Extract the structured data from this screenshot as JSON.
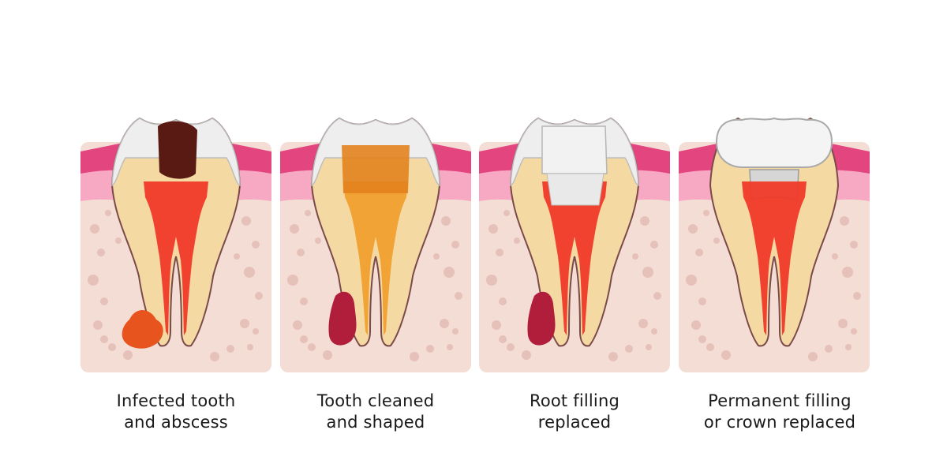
{
  "stages": [
    {
      "id": "infected",
      "caption": [
        "Infected tooth",
        "and abscess"
      ],
      "crown": "natural",
      "cavity": "decay",
      "root_fill": "infected",
      "abscess": "orange-red"
    },
    {
      "id": "cleaned",
      "caption": [
        "Tooth cleaned",
        "and shaped"
      ],
      "crown": "natural",
      "cavity": "cleaned",
      "root_fill": "cleaned",
      "abscess": "dark-red"
    },
    {
      "id": "root-filled",
      "caption": [
        "Root filling",
        "replaced"
      ],
      "crown": "natural",
      "cavity": "temporary-filling",
      "root_fill": "filled",
      "abscess": "dark-red"
    },
    {
      "id": "crowned",
      "caption": [
        "Permanent filling",
        "or crown replaced"
      ],
      "crown": "artificial",
      "cavity": "core",
      "root_fill": "filled",
      "abscess": "none"
    }
  ],
  "colors": {
    "bone": "#f4ddd4",
    "bone_spots": "#d9a9a4",
    "gum": "#f7a8c2",
    "gum_dark": "#e3457f",
    "dentin": "#f5d9a3",
    "pulp": "#f03a2a",
    "enamel": "#eeeeee",
    "decay": "#5a1a14",
    "abscess": "#b01e3c",
    "infection": "#e8541e",
    "outline": "#7a4a4a"
  }
}
